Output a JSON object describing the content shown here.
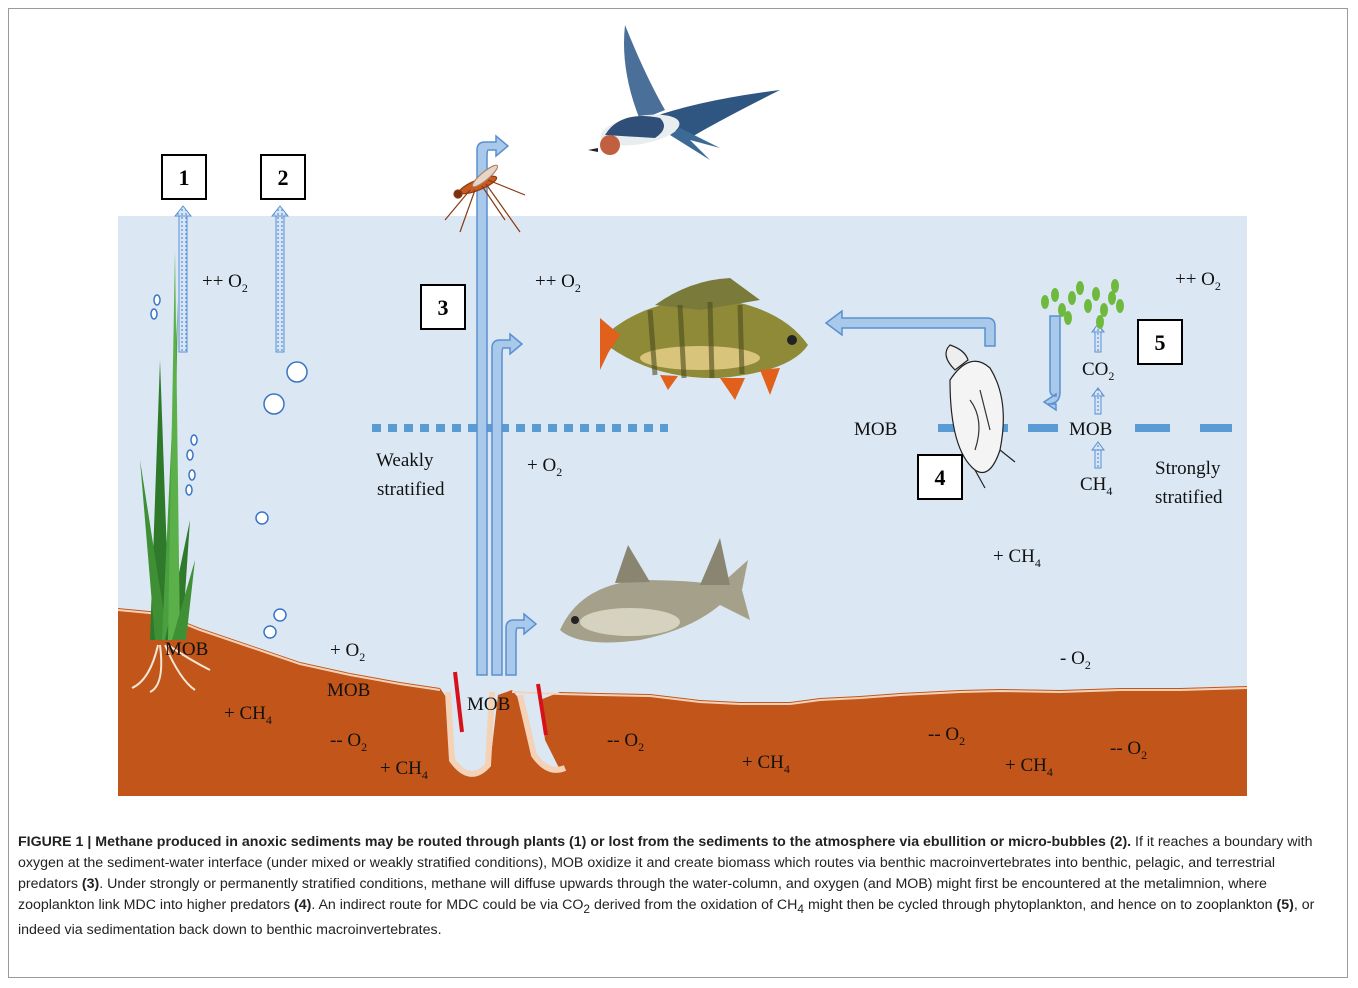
{
  "labels": {
    "box1": "1",
    "box2": "2",
    "box3": "3",
    "box4": "4",
    "box5": "5",
    "o2_pp": "++ O",
    "o2_p": "+ O",
    "o2_m": "- O",
    "o2_mm": "-- O",
    "ch4_p": "+ CH",
    "ch4": "CH",
    "co2": "CO",
    "sub2": "2",
    "sub4": "4",
    "mob": "MOB",
    "weakly": "Weakly",
    "stratified": "stratified",
    "strongly": "Strongly"
  },
  "colors": {
    "water": "#dbe8f4",
    "sediment": "#c2561a",
    "arrow_fill": "#a9c9ea",
    "arrow_stroke": "#5b8fd0",
    "thermocline": "#5b9bd5",
    "burrow_red": "#d8101a",
    "plant_green": "#2f7a2a",
    "phyto_green": "#6fba3e"
  },
  "icons": [
    "plant-icon",
    "bubble-icon",
    "mosquito-icon",
    "swallow-icon",
    "perch-icon",
    "bream-icon",
    "zooplankton-icon",
    "phytoplankton-icon",
    "burrow-icon"
  ],
  "caption": {
    "title": "FIGURE 1 | Methane produced in anoxic sediments may be routed through plants (1) or lost from the sediments to the atmosphere via ebullition or micro-bubbles (2).",
    "p1": " If it reaches a boundary with oxygen at the sediment-water interface (under mixed or weakly stratified conditions), MOB oxidize it and create biomass which routes via benthic macroinvertebrates into benthic, pelagic, and terrestrial predators ",
    "ref3": "(3)",
    "p2": ". Under strongly or permanently stratified conditions, methane will diffuse upwards through the water-column, and oxygen (and MOB) might first be encountered at the metalimnion, where zooplankton link MDC into higher predators ",
    "ref4": "(4)",
    "p3": ". An indirect route for MDC could be via CO",
    "sub2": "2",
    "p4": " derived from the oxidation of CH",
    "sub4": "4",
    "p5": " might then be cycled through phytoplankton, and hence on to zooplankton ",
    "ref5": "(5)",
    "p6": ", or indeed via sedimentation back down to benthic macroinvertebrates."
  }
}
